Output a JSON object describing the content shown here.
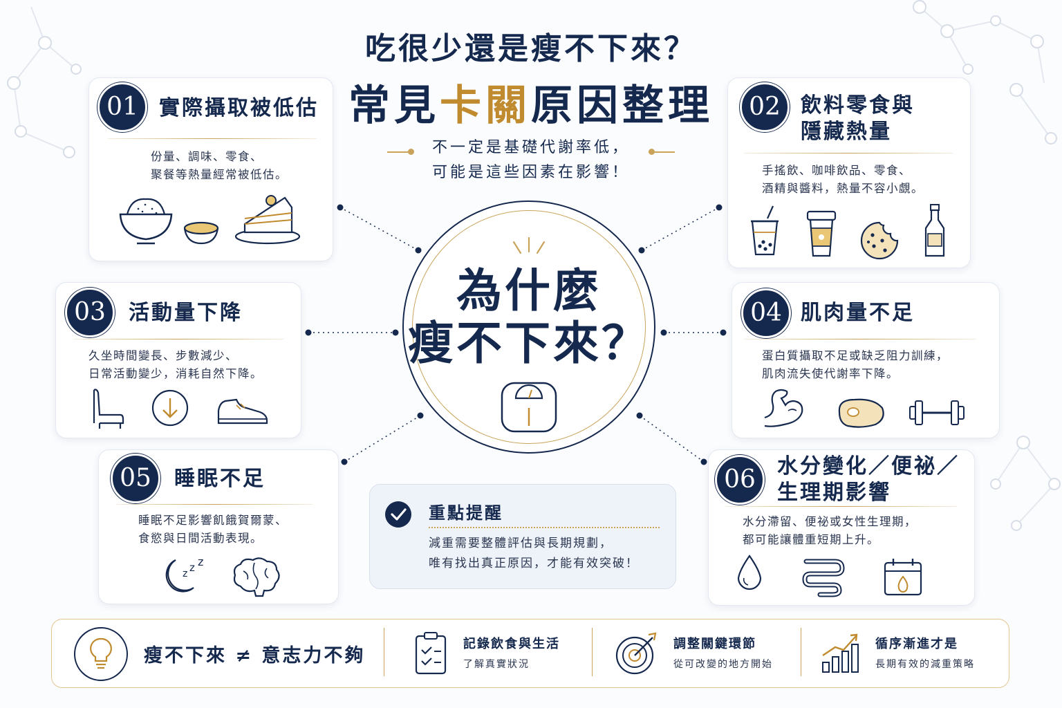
{
  "header": {
    "title_line1": "吃很少還是瘦不下來？",
    "title_line2_a": "常見",
    "title_line2_b": "卡關",
    "title_line2_c": "原因整理",
    "subtitle_line1": "不一定是基礎代謝率低，",
    "subtitle_line2": "可能是這些因素在影響！"
  },
  "center": {
    "line1": "為什麼",
    "line2": "瘦不下來？",
    "icon": "scale-icon"
  },
  "cards": [
    {
      "num": "01",
      "title_line1": "實際攝取被低估",
      "title_line2": "",
      "desc_line1": "份量、調味、零食、",
      "desc_line2": "聚餐等熱量經常被低估。",
      "icons": [
        "rice-bowl-icon",
        "sauce-dish-icon",
        "cake-slice-icon"
      ]
    },
    {
      "num": "02",
      "title_line1": "飲料零食與",
      "title_line2": "隱藏熱量",
      "desc_line1": "手搖飲、咖啡飲品、零食、",
      "desc_line2": "酒精與醬料，熱量不容小覷。",
      "icons": [
        "bubble-tea-icon",
        "coffee-cup-icon",
        "cookie-icon",
        "bottle-icon"
      ]
    },
    {
      "num": "03",
      "title_line1": "活動量下降",
      "title_line2": "",
      "desc_line1": "久坐時間變長、步數減少、",
      "desc_line2": "日常活動變少，消耗自然下降。",
      "icons": [
        "chair-icon",
        "down-arrow-icon",
        "sneaker-icon"
      ]
    },
    {
      "num": "04",
      "title_line1": "肌肉量不足",
      "title_line2": "",
      "desc_line1": "蛋白質攝取不足或缺乏阻力訓練，",
      "desc_line2": "肌肉流失使代謝率下降。",
      "icons": [
        "bicep-icon",
        "steak-icon",
        "dumbbell-icon"
      ]
    },
    {
      "num": "05",
      "title_line1": "睡眠不足",
      "title_line2": "",
      "desc_line1": "睡眠不足影響飢餓賀爾蒙、",
      "desc_line2": "食慾與日間活動表現。",
      "icons": [
        "moon-zzz-icon",
        "brain-icon"
      ]
    },
    {
      "num": "06",
      "title_line1": "水分變化／便祕／",
      "title_line2": "生理期影響",
      "desc_line1": "水分滯留、便祕或女性生理期，",
      "desc_line2": "都可能讓體重短期上升。",
      "icons": [
        "water-drop-icon",
        "intestine-icon",
        "calendar-icon"
      ]
    }
  ],
  "reminder": {
    "title": "重點提醒",
    "line1": "減重需要整體評估與長期規劃，",
    "line2": "唯有找出真正原因，才能有效突破！",
    "icon": "check-circle-icon"
  },
  "bottom": {
    "main": "瘦不下來 ≠ 意志力不夠",
    "main_icon": "lightbulb-icon",
    "items": [
      {
        "title": "記錄飲食與生活",
        "sub": "了解真實狀況",
        "icon": "clipboard-check-icon"
      },
      {
        "title": "調整關鍵環節",
        "sub": "從可改變的地方開始",
        "icon": "target-icon"
      },
      {
        "title": "循序漸進才是",
        "sub": "長期有效的減重策略",
        "icon": "growth-chart-icon"
      }
    ]
  },
  "colors": {
    "navy": "#15284d",
    "gold": "#c08a2e",
    "background": "#fbfcfe"
  }
}
